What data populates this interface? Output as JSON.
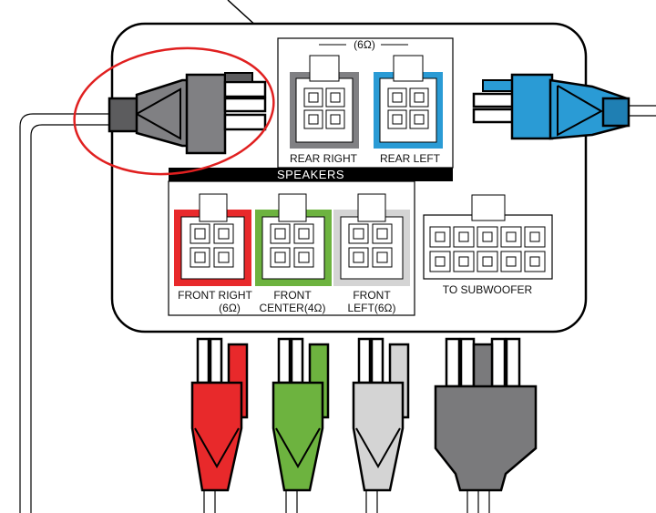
{
  "labels": {
    "rear_ohm": "(6Ω)",
    "rear_right": "REAR RIGHT",
    "rear_left": "REAR LEFT",
    "speakers": "SPEAKERS",
    "front_right_1": "FRONT RIGHT",
    "front_right_2": "(6Ω)",
    "front_center_1": "FRONT",
    "front_center_2": "CENTER(4Ω)",
    "front_left_1": "FRONT",
    "front_left_2": "LEFT(6Ω)",
    "subwoofer": "TO SUBWOOFER"
  },
  "colors": {
    "rear_right": "#808083",
    "rear_left": "#2a9bd5",
    "front_right": "#e8292b",
    "front_center": "#6db33f",
    "front_left": "#d4d4d4",
    "subwoofer": "#7a7a7c",
    "highlight_circle": "#e02020"
  }
}
